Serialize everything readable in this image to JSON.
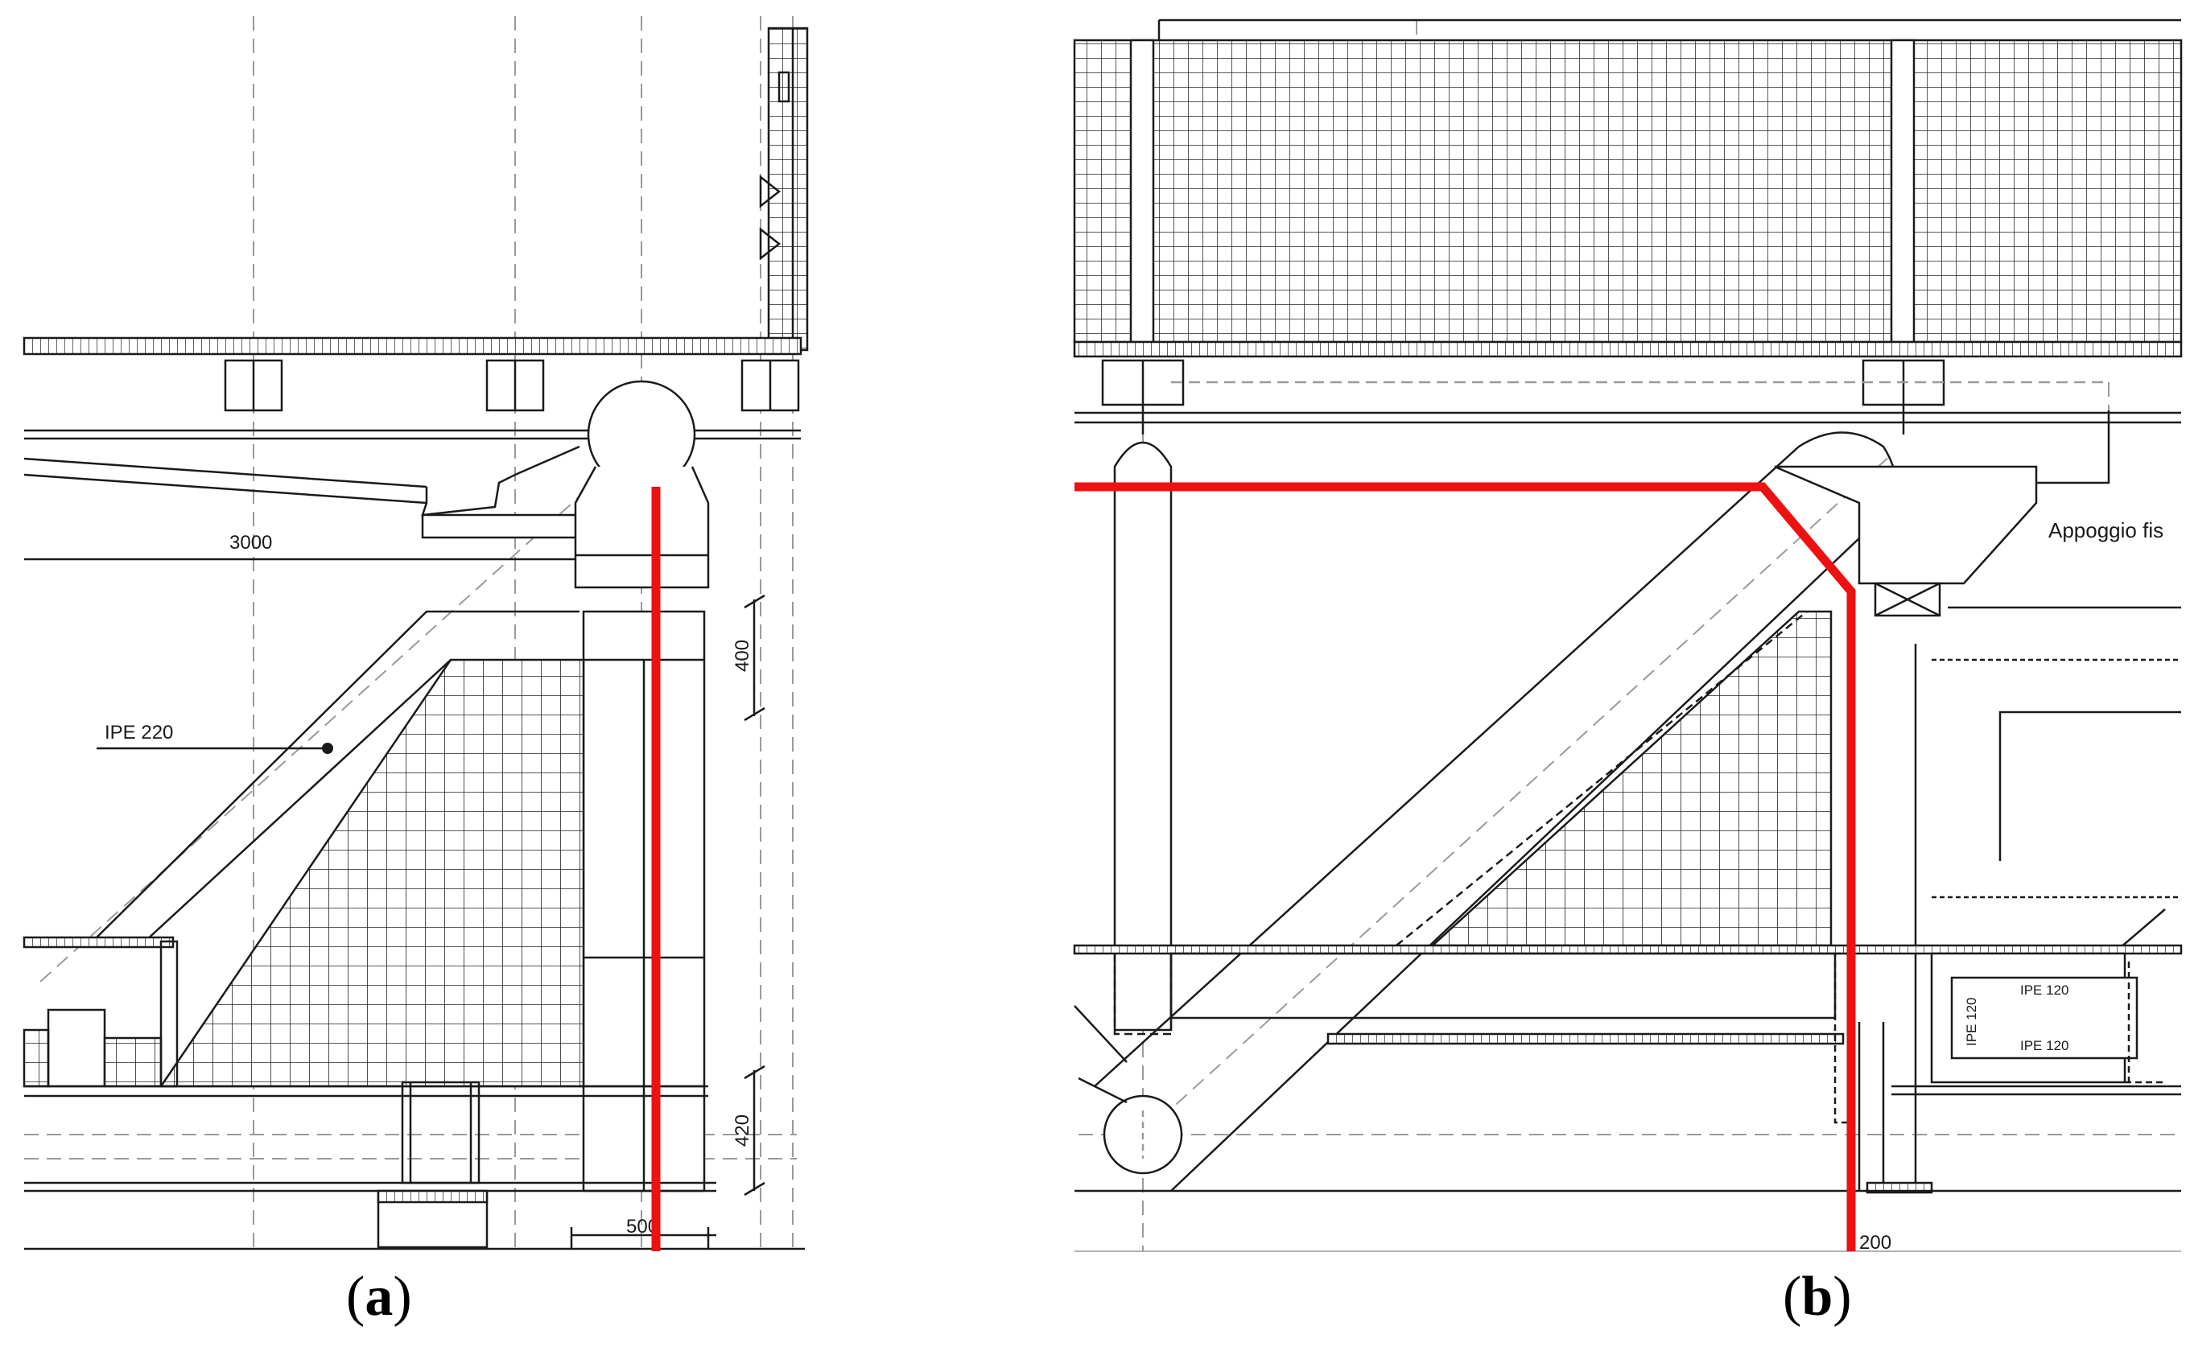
{
  "panels": [
    {
      "id": "a",
      "caption_open": "(",
      "caption_letter": "a",
      "caption_close": ")",
      "labels": {
        "span_dimension": "3000",
        "beam_label": "IPE 220",
        "dim_upper": "400",
        "dim_lower": "420",
        "dim_bottom": "500"
      }
    },
    {
      "id": "b",
      "caption_open": "(",
      "caption_letter": "b",
      "caption_close": ")",
      "labels": {
        "support_label": "Appoggio fis",
        "ipe_upper": "IPE 120",
        "ipe_lower": "IPE 120",
        "ipe_vertical": "IPE 120",
        "dim_bottom": "200"
      }
    }
  ],
  "colors": {
    "line": "#1a1a1a",
    "dashed": "#9a9a9a",
    "highlight": "#ee1111"
  }
}
